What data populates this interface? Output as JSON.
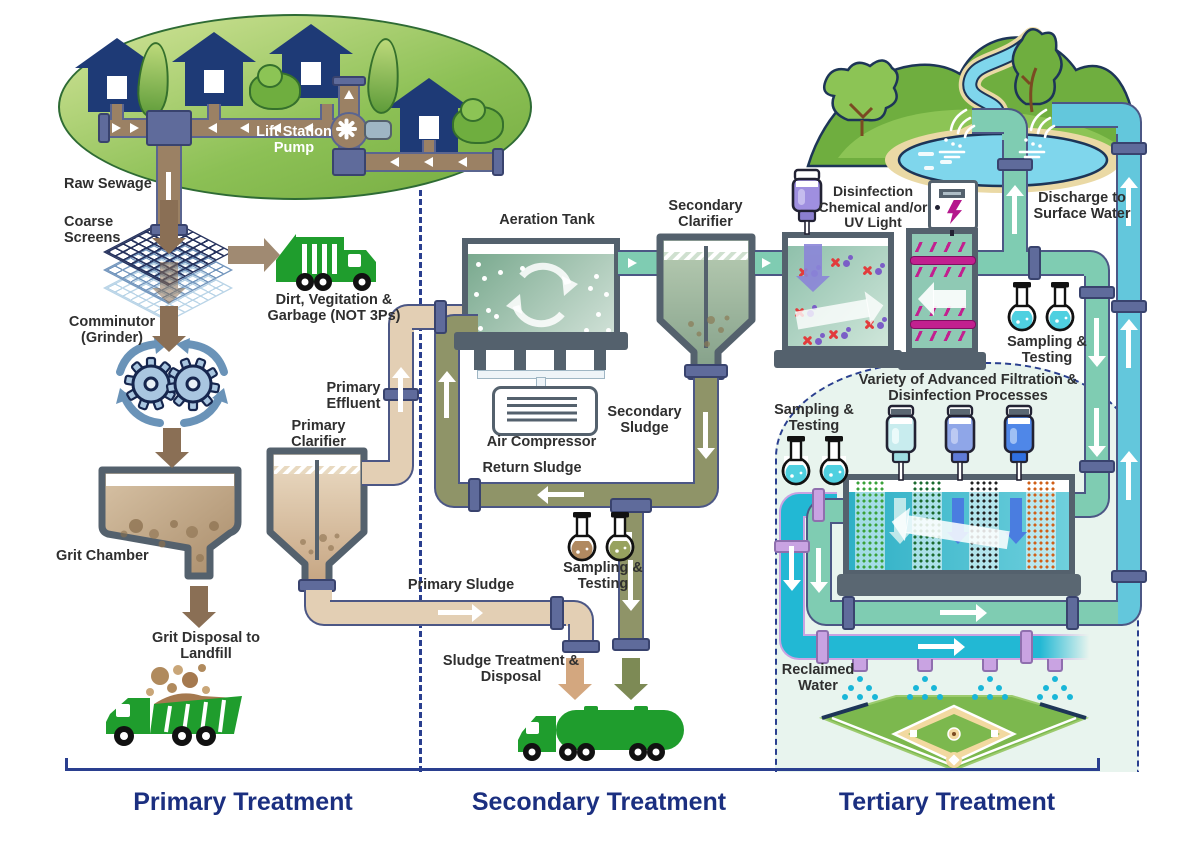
{
  "community": {
    "lift_station": "Lift Station Pump",
    "raw_sewage": "Raw Sewage"
  },
  "primary": {
    "section": "Primary Treatment",
    "coarse_screens": "Coarse Screens",
    "garbage": "Dirt, Vegitation & Garbage (NOT 3Ps)",
    "comminutor": "Comminutor (Grinder)",
    "grit_chamber": "Grit Chamber",
    "grit_disposal": "Grit Disposal to Landfill",
    "clarifier": "Primary Clarifier",
    "effluent": "Primary Effluent",
    "sludge": "Primary Sludge"
  },
  "secondary": {
    "section": "Secondary Treatment",
    "aeration": "Aeration Tank",
    "compressor": "Air Compressor",
    "clarifier": "Secondary Clarifier",
    "sludge": "Secondary Sludge",
    "return_sludge": "Return Sludge",
    "sampling": "Sampling & Testing",
    "disposal": "Sludge Treatment & Disposal"
  },
  "disinfection": {
    "label": "Disinfection Chemical and/or UV Light",
    "discharge": "Discharge to Surface Water",
    "sampling": "Sampling & Testing"
  },
  "tertiary": {
    "section": "Tertiary Treatment",
    "advanced": "Variety of Advanced Filtration & Disinfection Processes",
    "sampling": "Sampling & Testing",
    "reclaimed": "Reclaimed Water"
  },
  "colors": {
    "navy": "#1b2f80",
    "house": "#1e3a76",
    "truck_green": "#1f9d2d",
    "pipe_tan": "#e3cfb4",
    "pipe_olive": "#8f9468",
    "pipe_teal": "#7fccb2",
    "pipe_lightblue": "#63c7dc",
    "pipe_cyan": "#22b8d4",
    "pipe_brown": "#9b8164",
    "uv_magenta": "#b5178c",
    "fitting_slate": "#5f6b9b"
  }
}
